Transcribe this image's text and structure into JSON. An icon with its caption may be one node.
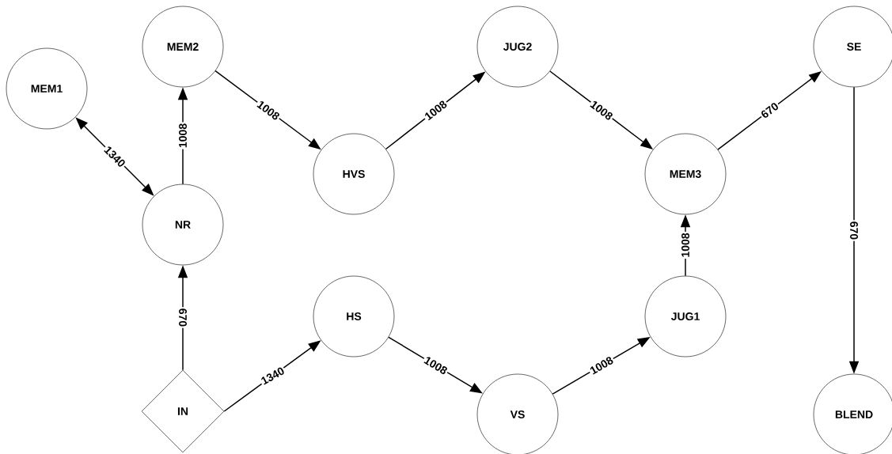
{
  "diagram": {
    "nodes": [
      {
        "text": [
          "MEM1"
        ]
      },
      {
        "text": [
          "MEM2"
        ]
      },
      {
        "text": [
          "NR"
        ]
      },
      {
        "text": [
          "IN"
        ]
      },
      {
        "text": [
          "HVS"
        ]
      },
      {
        "text": [
          "JUG2"
        ]
      },
      {
        "text": [
          "HS"
        ]
      },
      {
        "text": [
          "VS"
        ]
      },
      {
        "text": [
          "MEM3"
        ]
      },
      {
        "text": [
          "JUG1"
        ]
      },
      {
        "text": [
          "SE"
        ]
      },
      {
        "text": [
          "BLEND"
        ]
      }
    ],
    "edges": [
      {
        "from": 0,
        "to": 2,
        "arrow": "both",
        "label": "1340"
      },
      {
        "from": 2,
        "to": 1,
        "arrow": "to",
        "label": "1008"
      },
      {
        "from": 1,
        "to": 4,
        "arrow": "to",
        "label": "1008"
      },
      {
        "from": 4,
        "to": 5,
        "arrow": "to",
        "label": "1008"
      },
      {
        "from": 5,
        "to": 8,
        "arrow": "to",
        "label": "1008"
      },
      {
        "from": 8,
        "to": 10,
        "arrow": "to",
        "label": "670"
      },
      {
        "from": 10,
        "to": 11,
        "arrow": "to",
        "label": "670"
      },
      {
        "from": 3,
        "to": 2,
        "arrow": "to",
        "label": "670"
      },
      {
        "from": 3,
        "to": 6,
        "arrow": "to",
        "label": "1340"
      },
      {
        "from": 6,
        "to": 7,
        "arrow": "to",
        "label": "1008"
      },
      {
        "from": 7,
        "to": 9,
        "arrow": "to",
        "label": "1008"
      },
      {
        "from": 9,
        "to": 8,
        "arrow": "to",
        "label": "1008"
      }
    ]
  }
}
